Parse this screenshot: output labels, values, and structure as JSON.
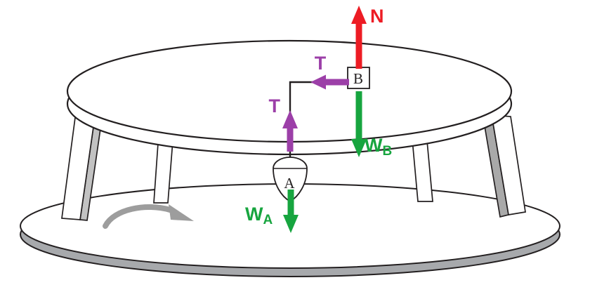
{
  "figure": {
    "description": "Free-body diagram of a block B on a rotating table connected by a string over the edge to a hanging mass A",
    "colors": {
      "normal": "#ed1c24",
      "tension": "#9c3fa8",
      "weight": "#17a53f",
      "outline": "#231f20",
      "platform_side": "#a7a9ac",
      "leg_shade_left": "#c2c2c2",
      "leg_shade_right": "#a9a9a9",
      "rotation": "#9d9d9d"
    },
    "labels": {
      "normal": "N",
      "tension_b": "T",
      "tension_a": "T",
      "weight_main": "W",
      "weight_b_sub": "B",
      "weight_a_sub": "A",
      "block": "B",
      "hanging_mass": "A"
    }
  }
}
